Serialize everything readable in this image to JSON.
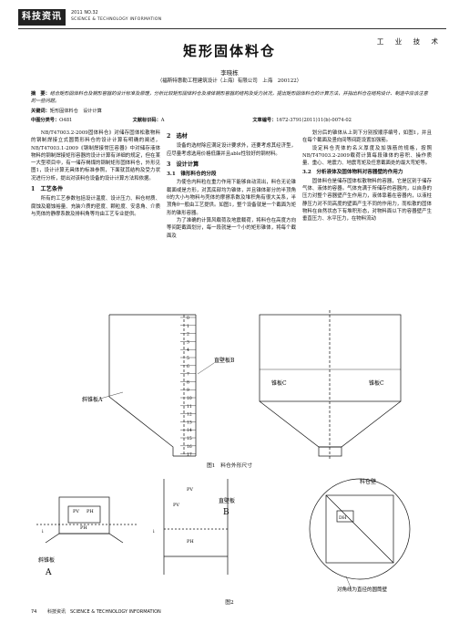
{
  "header": {
    "logo": "科技资讯",
    "issue": "2011 NO.32",
    "journal_en": "SCIENCE & TECHNOLOGY INFORMATION",
    "section": "工 业 技 术"
  },
  "article": {
    "title": "矩形固体料仓",
    "author": "李晓栋",
    "affiliation": "（福斯特惠勒工程建筑设计（上海）有限公司　上海　200122）",
    "abstract_label": "摘　要：",
    "abstract": "结合矩形固体料仓及钢形容器的设计标准及原理，分析比较矩形固体料仓及液体钢形容器的结构及受力状况，提出矩形固体料仓的计算方法，并指出料仓在结构设计、制造中应该注意的一些问题。",
    "keywords_label": "关键词：",
    "keywords": "矩形固体料仓　设计计算",
    "cls_label": "中图分类号：",
    "cls": "O481",
    "doc_label": "文献标识码：",
    "doc": "A",
    "art_label": "文章编号：",
    "art": "1672-3791(2011)11(b)-0074-02"
  },
  "body": {
    "c1_p1": "NB/T47003.2-2009固体料仓》对储存固体松散物料的钢制焊接立式圆筒形料仓的设计计算有明确的阐述，NB/T47003.1-2009《钢制焊接常压容器》中对储存液体物料的钢制焊接矩形容器的设计计算有详细的规定，但在某一大型项目中，有一储存褐煤的钢制矩形固体料仓，外形见图1，设计计算无具体的标准参照，下面就其结构及受力状况进行分析，提出对该料仓设备的设计计算方法和依据。",
    "c1_h1": "1　工艺条件",
    "c1_p2": "所有的工艺参数包括设计温度、设计压力、料仓材质、腐蚀及磨蚀裕量、充装介质的密度、颗粒度、安息角、介质与壳体的静摩系数及排料角等均由工艺专业提供。",
    "c2_h1": "2　选材",
    "c2_p1": "设备的选材除应满足设计要求外，还要考虑其经济型，应尽量考虑选用价格低廉并且able性较好的钢材料。",
    "c2_h2": "3　设计计算",
    "c2_h3": "3.1　锥形料仓的分段",
    "c2_p2": "为使仓内料粒在重力作用下能够自动流出，料仓无论锥截面或是方形，对其底部均为锥体，并且锥体部分的半顶角θ的大小与物料与壳体的摩擦系数及堆积角有很大关系，半顶角θ一般由工艺提供。如图1，整个设备就是一个截面为矩形的锥形容器。",
    "c2_p3": "为了准确的计算风载荷及地震载荷，将料仓在高度方向等间距截面划分，每一段就是一个小的矩形锥体，将每个截面及",
    "c3_p1": "划分后的锥体从上到下分别按顺序编号，如图1，并且在每个截面及竖向间等间距设置加强筋。",
    "c3_p2": "设定料仓壳体的名义厚度及加强筋的规格，按照NB/T47003.2-2009载荷计算每段锥体的容积、操作质量、重心、地震力、地震弯矩及任意截面处的最大弯矩等。",
    "c3_h1": "3.2　分析液体及固体物料对容器壁的作用力",
    "c3_p3": "固体料仓是储存固体松散物料的容器，它是区别于储存气体、液体的容器。气体充满于所储存的容器内，以自身的压力对整个容器壁产生作用力，液体靠着在容器内，以液柱静压力对不同高度的壁面产生不同的作用力，而松散的固体物料在自然状态下有堆积形态，对物料面以下的容器壁产生垂直压力、水平压力，在物料流动"
  },
  "figure1": {
    "caption": "图1　料仓外形尺寸",
    "label_slope_a": "斜锥板A",
    "label_straight_b": "直壁板B",
    "label_wall_c1": "锥板C",
    "label_wall_c2": "锥板C",
    "numbers": [
      "0",
      "1",
      "2",
      "3",
      "4",
      "5",
      "6",
      "7",
      "8",
      "9",
      "10",
      "11",
      "12",
      "13",
      "14",
      "15",
      "16",
      "17"
    ]
  },
  "figure2": {
    "caption": "图2",
    "label_a": "斜锥板",
    "label_a_letter": "A",
    "label_b": "直壁板",
    "label_b_letter": "B",
    "label_pressure_top": "料仓壁",
    "label_dh": "DH",
    "label_circle": "对角线为直径的圆筒壁",
    "label_pv": "PV",
    "label_ph": "PH",
    "label_i": "i"
  },
  "footer": {
    "page": "74",
    "journal": "科技资讯　SCIENCE & TECHNOLOGY INFORMATION"
  }
}
